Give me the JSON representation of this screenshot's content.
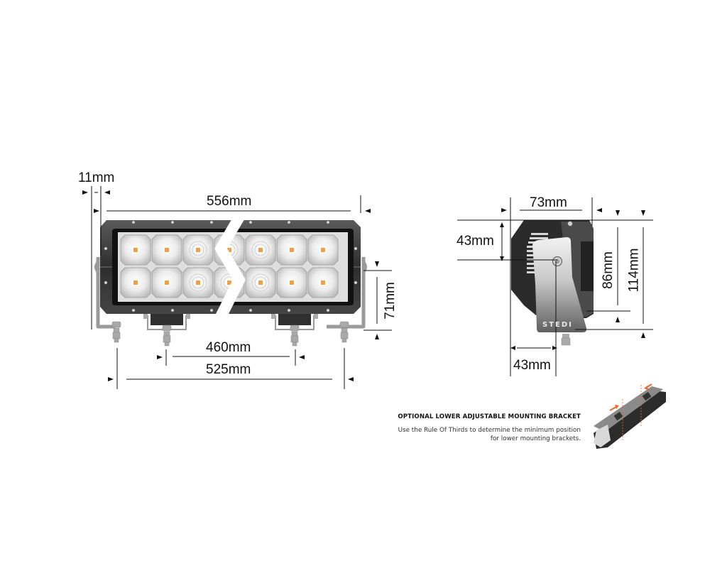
{
  "front_view": {
    "dimensions": {
      "bracket_offset": "11mm",
      "overall_width": "556mm",
      "lower_bracket_spacing": "460mm",
      "side_bracket_spacing": "525mm",
      "bracket_height": "71mm"
    },
    "led_rows": 2,
    "led_columns": 7,
    "led_color": "#f0a040"
  },
  "side_view": {
    "dimensions": {
      "depth": "73mm",
      "pivot_height_from_top": "43mm",
      "pivot_offset_from_front": "43mm",
      "body_height": "86mm",
      "overall_height": "114mm"
    },
    "brand_logo": "STEDI"
  },
  "note": {
    "title": "OPTIONAL LOWER ADJUSTABLE MOUNTING BRACKET",
    "body_line1": "Use the Rule Of Thirds to determine the minimum position",
    "body_line2": "for lower mounting brackets."
  },
  "colors": {
    "housing": "#3a3a3a",
    "lens": "#e6e6e6",
    "bracket": "#b8b8b8",
    "accent_arrow": "#f26522"
  }
}
